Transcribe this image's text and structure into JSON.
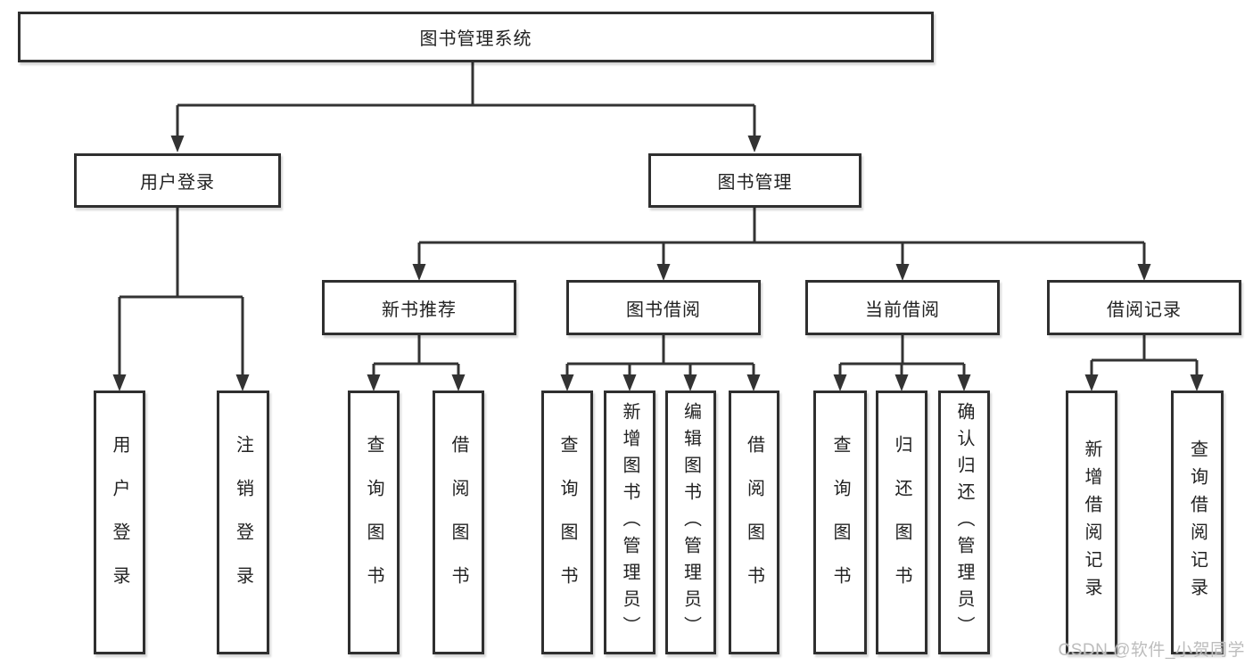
{
  "diagram": {
    "root": {
      "label": "图书管理系统"
    },
    "branches": {
      "user_login": {
        "label": "用户登录",
        "children": [
          "用户登录",
          "注销登录"
        ]
      },
      "book_management": {
        "label": "图书管理"
      }
    },
    "modules": [
      {
        "label": "新书推荐",
        "children": [
          "查询图书",
          "借阅图书"
        ]
      },
      {
        "label": "图书借阅",
        "children": [
          "查询图书",
          "新增图书（管理员）",
          "编辑图书（管理员）",
          "借阅图书"
        ]
      },
      {
        "label": "当前借阅",
        "children": [
          "查询图书",
          "归还图书",
          "确认归还（管理员）"
        ]
      },
      {
        "label": "借阅记录",
        "children": [
          "新增借阅记录",
          "查询借阅记录"
        ]
      }
    ],
    "watermark": "CSDN @软件_小贺同学"
  },
  "colors": {
    "line": "#333333",
    "box_border": "#2f2f2f",
    "text": "#222222",
    "background": "#ffffff",
    "watermark": "#bdbdbd"
  }
}
